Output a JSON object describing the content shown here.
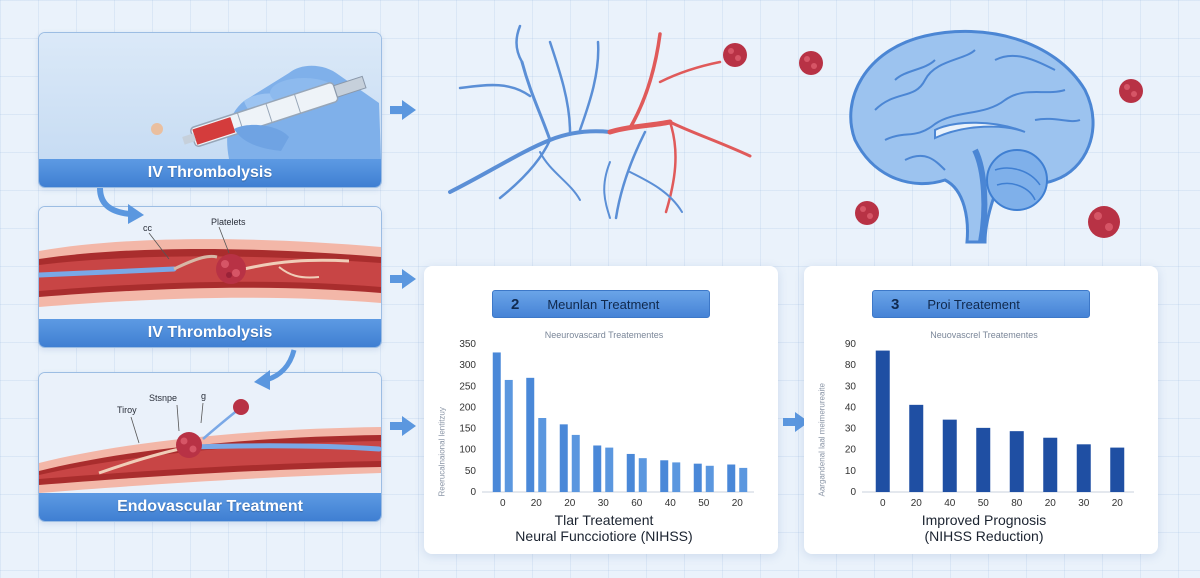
{
  "panels": [
    {
      "label": "IV Thrombolysis"
    },
    {
      "label": "IV Thrombolysis",
      "annotations": [
        "cc",
        "Platelets"
      ]
    },
    {
      "label": "Endovascular Treatment",
      "annotations": [
        "Tiroy",
        "Stsnpe",
        "g"
      ]
    }
  ],
  "colors": {
    "artery": "#e05a5a",
    "vein": "#5b8fd6",
    "clot": "#b83245",
    "accent": "#4683d6"
  },
  "chart_data": [
    {
      "type": "bar",
      "card_number": "2",
      "title": "Meunlan Treatment",
      "subtitle": "Neeurovascard Treatementes",
      "ylabel": "Reerucalnaional lentitzuy",
      "xlabel_lines": [
        "Tlar Treatement",
        "Neural Funcciotiore (NIHSS)"
      ],
      "yticks": [
        0,
        50,
        100,
        150,
        200,
        250,
        300,
        350
      ],
      "ylim": [
        0,
        350
      ],
      "categories": [
        "0",
        "20",
        "20",
        "30",
        "60",
        "40",
        "50",
        "20"
      ],
      "series": [
        {
          "values": [
            330,
            270,
            160,
            110,
            90,
            75,
            67,
            65
          ]
        },
        {
          "values": [
            265,
            175,
            135,
            105,
            80,
            70,
            62,
            57
          ]
        }
      ]
    },
    {
      "type": "bar",
      "card_number": "3",
      "title": "Proi Treatement",
      "subtitle": "Neuovascrel Treatementes",
      "ylabel": "Aargandenal laal meimerureaite",
      "xlabel_lines": [
        "Improved Prognosis",
        "(NIHSS Reduction)"
      ],
      "yticks": [
        0,
        10,
        20,
        30,
        40,
        30,
        80,
        90
      ],
      "ylim": [
        0,
        90
      ],
      "categories": [
        "0",
        "20",
        "40",
        "50",
        "80",
        "20",
        "30",
        "20"
      ],
      "series": [
        {
          "values": [
            86,
            53,
            44,
            39,
            37,
            33,
            29,
            27
          ]
        }
      ]
    }
  ]
}
